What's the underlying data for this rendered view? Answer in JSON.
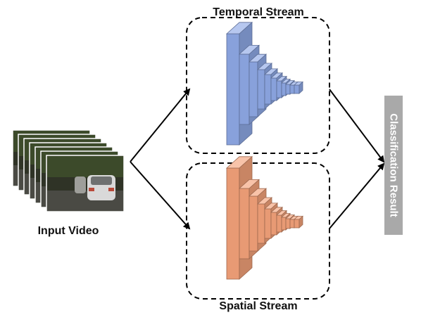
{
  "input": {
    "label": "Input Video"
  },
  "streams": [
    {
      "label": "Temporal Stream",
      "color": "#8fa9e6"
    },
    {
      "label": "Spatial Stream",
      "color": "#f4a27a"
    }
  ],
  "output": {
    "label": "Classification Result",
    "color": "#a9a9a9"
  }
}
